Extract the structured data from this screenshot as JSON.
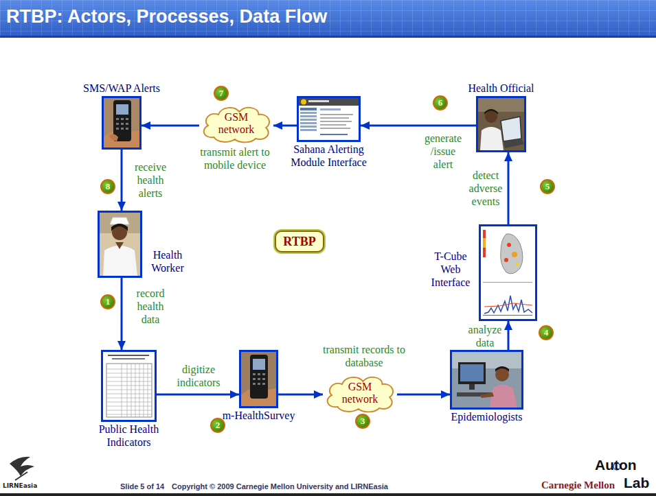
{
  "diagram": {
    "title": "RTBP: Actors, Processes, Data Flow",
    "nodes": [
      {
        "text": [
          "SMS/WAP Alerts"
        ]
      },
      {
        "text": [
          "GSM network"
        ]
      },
      {
        "text": [
          "Sahana Alerting Module Interface"
        ]
      },
      {
        "text": [
          "Health Official"
        ]
      },
      {
        "text": [
          "Health Worker"
        ]
      },
      {
        "text": [
          "RTBP"
        ]
      },
      {
        "text": [
          "T-Cube Web Interface"
        ]
      },
      {
        "text": [
          "Public Health Indicators"
        ]
      },
      {
        "text": [
          "m-HealthSurvey"
        ]
      },
      {
        "text": [
          "GSM network"
        ]
      },
      {
        "text": [
          "Epidemiologists"
        ]
      }
    ],
    "edges": [
      {
        "from": 3,
        "to": 2,
        "label": "generate /issue alert",
        "arrow": "to"
      },
      {
        "from": 2,
        "to": 1,
        "arrow": "to"
      },
      {
        "from": 1,
        "to": 0,
        "arrow": "to"
      },
      {
        "from": 0,
        "to": 4,
        "label": "receive health alerts",
        "arrow": "to"
      },
      {
        "from": 4,
        "to": 7,
        "label": "record health data",
        "arrow": "to"
      },
      {
        "from": 7,
        "to": 8,
        "label": "digitize indicators",
        "arrow": "to"
      },
      {
        "from": 8,
        "to": 9,
        "arrow": "to"
      },
      {
        "from": 9,
        "to": 10,
        "arrow": "to"
      },
      {
        "from": 10,
        "to": 6,
        "label": "analyze data",
        "arrow": "to"
      },
      {
        "from": 6,
        "to": 3,
        "label": "detect adverse events",
        "arrow": "to"
      }
    ],
    "labels": [
      "1",
      "2",
      "3",
      "4",
      "5",
      "6",
      "7",
      "8",
      "transmit alert to mobile device",
      "transmit records to database",
      "LIRNEasia",
      "Slide 5 of 14",
      "Copyright © 2009 Carnegie Mellon University and LIRNEasia",
      "Carnegie Mellon",
      "Auton",
      "Lab"
    ]
  }
}
